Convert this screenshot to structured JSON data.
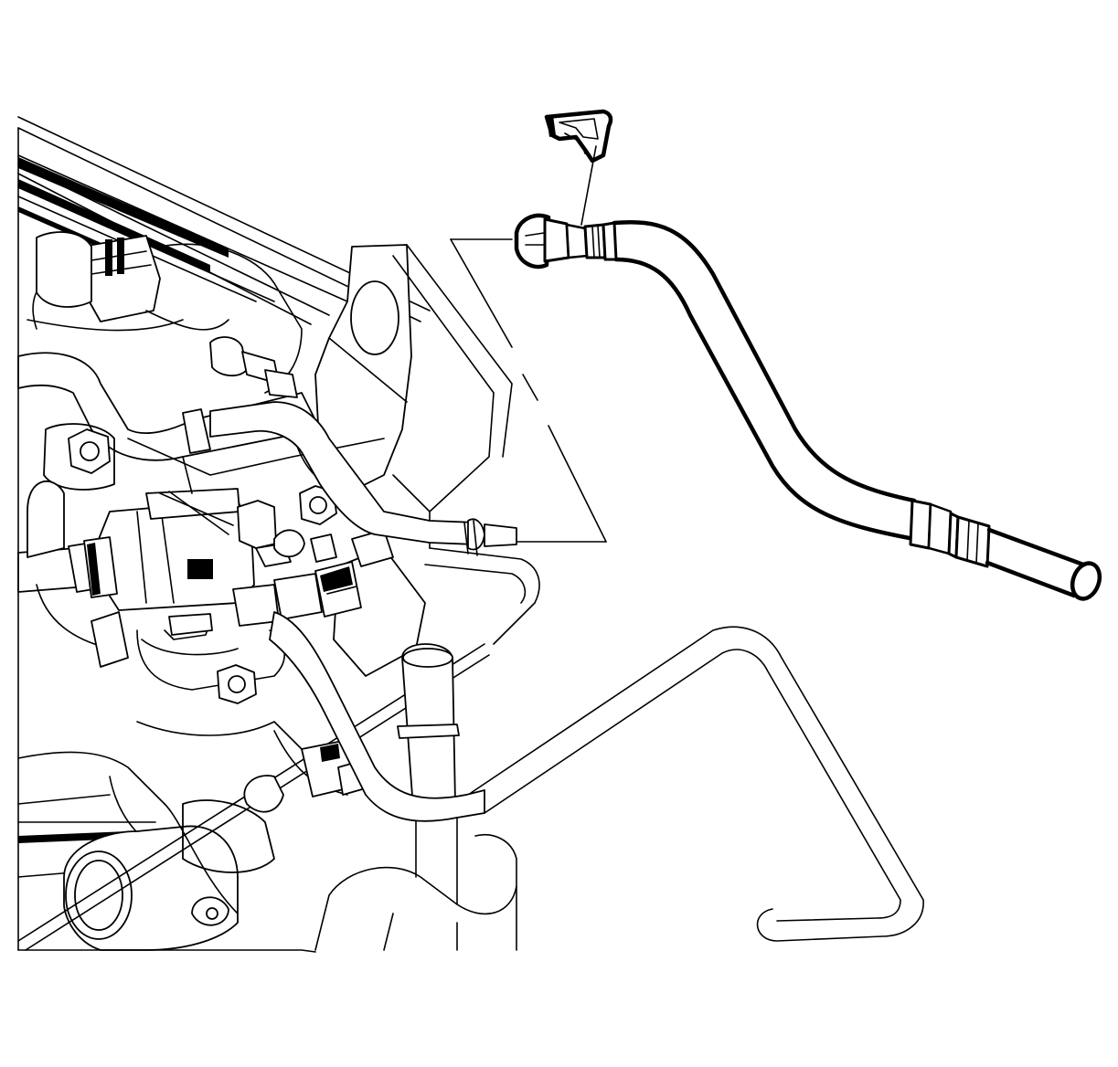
{
  "diagram": {
    "background": "#ffffff",
    "line_color": "#000000",
    "components": [
      {
        "id": "engine-assembly",
        "icon": "engine-block"
      },
      {
        "id": "fuel-line",
        "icon": "fuel-hose"
      },
      {
        "id": "retainer-clip",
        "icon": "clip"
      },
      {
        "id": "leader-lines",
        "icon": "callout-leader"
      }
    ]
  }
}
